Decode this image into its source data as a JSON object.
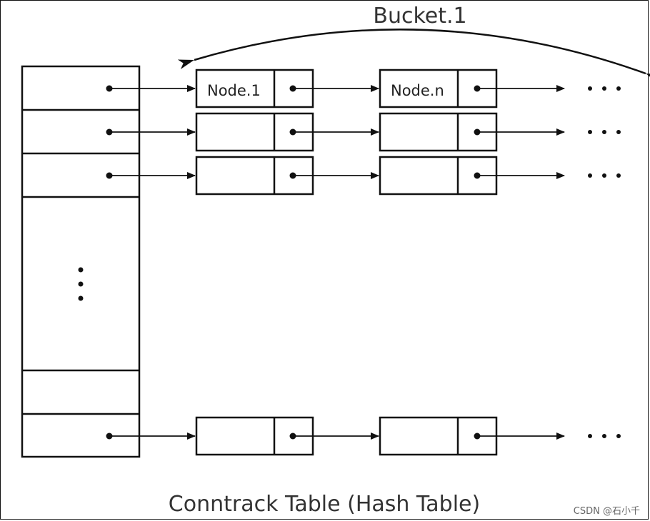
{
  "diagram": {
    "bucket_label": "Bucket.1",
    "caption": "Conntrack Table (Hash Table)",
    "node_labels": {
      "first": "Node.1",
      "last": "Node.n"
    },
    "ellipsis": "· · ·",
    "watermark": "CSDN @石小千"
  }
}
